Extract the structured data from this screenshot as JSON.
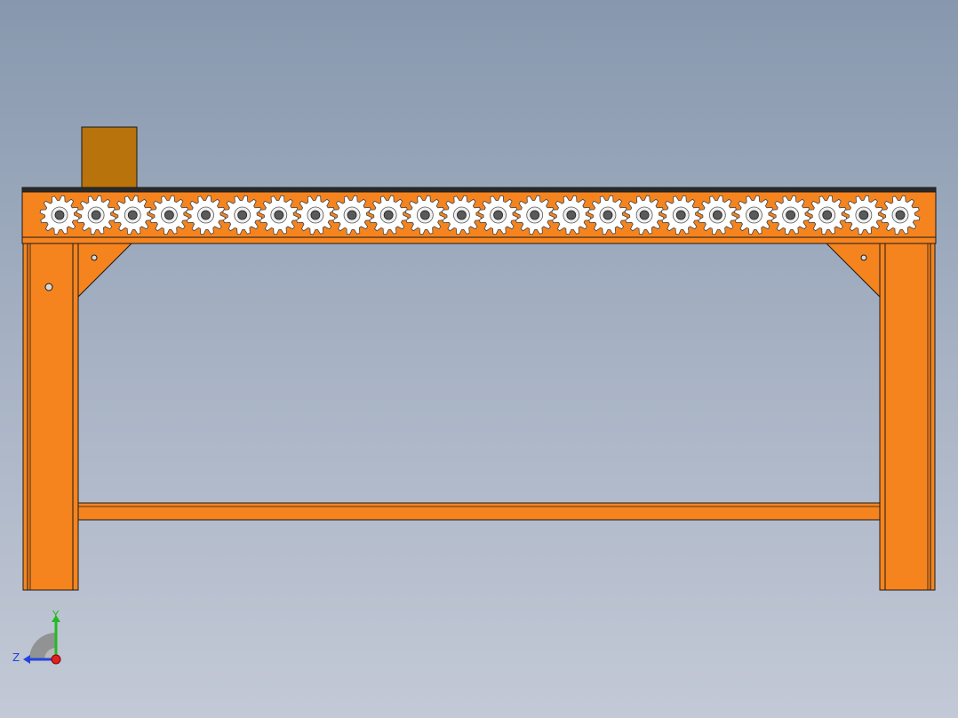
{
  "viewport": {
    "background_top": "#8798ae",
    "background_bottom": "#c3c9d6"
  },
  "model": {
    "part_color": "#f5841f",
    "motor_color": "#b8730c",
    "roller_color": "#ffffff",
    "edge_color": "#1a1a1a",
    "roller_count": 24
  },
  "triad": {
    "y_label": "Y",
    "z_label": "Z",
    "y_axis_color": "#22bb22",
    "z_axis_color": "#2244dd",
    "x_axis_color": "#dd2222"
  }
}
